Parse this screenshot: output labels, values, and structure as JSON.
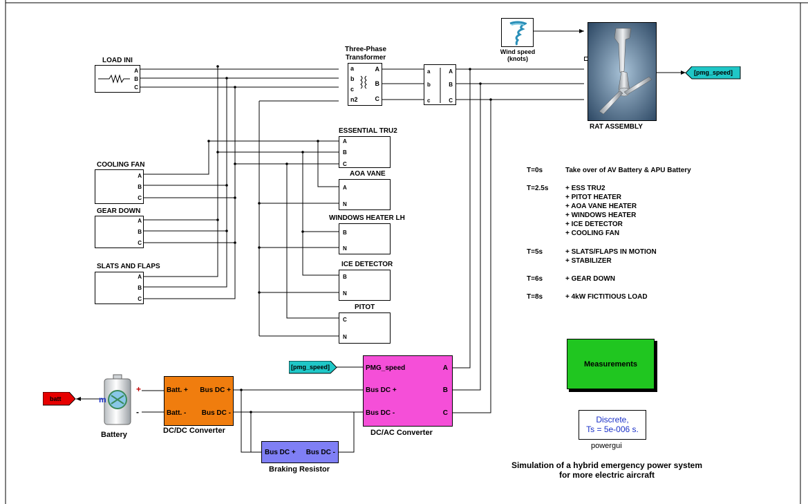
{
  "title": {
    "line1": "Simulation of a hybrid emergency power system",
    "line2": "for more electric aircraft"
  },
  "blocks": {
    "load_ini": {
      "label": "LOAD INI",
      "ports": [
        "A",
        "B",
        "C"
      ]
    },
    "cooling_fan": {
      "label": "COOLING FAN",
      "ports": [
        "A",
        "B",
        "C"
      ]
    },
    "gear_down": {
      "label": "GEAR DOWN",
      "ports": [
        "A",
        "B",
        "C"
      ]
    },
    "slats_flaps": {
      "label": "SLATS AND FLAPS",
      "ports": [
        "A",
        "B",
        "C"
      ]
    },
    "transformer": {
      "label_1": "Three-Phase",
      "label_2": "Transformer",
      "in_ports": [
        "a",
        "b",
        "c",
        "n2"
      ],
      "out_ports": [
        "A",
        "B",
        "C"
      ]
    },
    "ess_tru2": {
      "label": "ESSENTIAL TRU2",
      "ports": [
        "A",
        "B",
        "C"
      ]
    },
    "aoa_vane": {
      "label": "AOA VANE",
      "ports": [
        "A",
        "N"
      ]
    },
    "windows_heater": {
      "label": "WINDOWS HEATER LH",
      "ports": [
        "B",
        "N"
      ]
    },
    "ice_detector": {
      "label": "ICE DETECTOR",
      "ports": [
        "B",
        "N"
      ]
    },
    "pitot": {
      "label": "PITOT",
      "ports": [
        "C",
        "N"
      ]
    },
    "wind_speed": {
      "label_1": "Wind speed",
      "label_2": "(knots)"
    },
    "rat_assembly": {
      "label": "RAT ASSEMBLY"
    },
    "pmg_goto": {
      "label": "[pmg_speed]"
    },
    "pmg_from": {
      "label": "[pmg_speed]"
    },
    "batt_goto": {
      "label": "batt"
    },
    "battery": {
      "label": "Battery",
      "port_m": "m",
      "plus": "+",
      "minus": "-"
    },
    "dcdc": {
      "label": "DC/DC Converter",
      "in_plus": "Batt. +",
      "in_minus": "Batt. -",
      "out_plus": "Bus DC +",
      "out_minus": "Bus DC -",
      "color": "#f07d0e"
    },
    "dcac": {
      "label": "DC/AC Converter",
      "in_pmg": "PMG_speed",
      "in_plus": "Bus DC +",
      "in_minus": "Bus DC -",
      "out_a": "A",
      "out_b": "B",
      "out_c": "C",
      "color": "#f54fd8"
    },
    "braking": {
      "label": "Braking Resistor",
      "left": "Bus DC +",
      "right": "Bus DC -",
      "color": "#7f7ff5"
    },
    "measurements": {
      "label": "Measurements",
      "color": "#20c620"
    },
    "powergui": {
      "line1": "Discrete,",
      "line2": "Ts = 5e-006 s.",
      "label": "powergui"
    }
  },
  "timeline": [
    {
      "time": "T=0s",
      "events": [
        "Take over of AV Battery & APU Battery"
      ]
    },
    {
      "time": "T=2.5s",
      "events": [
        "+ ESS TRU2",
        "+ PITOT HEATER",
        "+ AOA VANE HEATER",
        "+ WINDOWS HEATER",
        "+ ICE DETECTOR",
        "+ COOLING FAN"
      ]
    },
    {
      "time": "T=5s",
      "events": [
        "+ SLATS/FLAPS IN MOTION",
        "+ STABILIZER"
      ]
    },
    {
      "time": "T=6s",
      "events": [
        "+ GEAR DOWN"
      ]
    },
    {
      "time": "T=8s",
      "events": [
        "+ 4kW FICTITIOUS LOAD"
      ]
    }
  ],
  "colors": {
    "goto_cyan": "#1fc7c7",
    "goto_red": "#e60000",
    "frame": "#000000"
  }
}
